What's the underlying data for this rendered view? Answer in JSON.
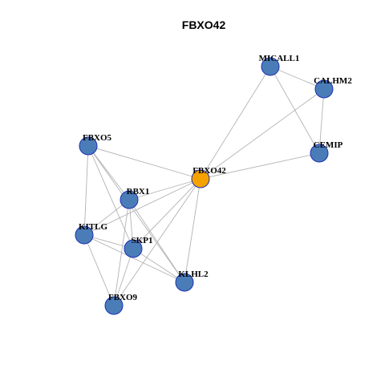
{
  "title": "FBXO42",
  "colors": {
    "hub_fill": "#f5a200",
    "node_fill": "#4a7db8",
    "node_stroke": "#1e2fb5",
    "edge": "#b3b3b3"
  },
  "nodes": [
    {
      "id": "FBXO42",
      "label": "FBXO42",
      "hub": true
    },
    {
      "id": "MICALL1",
      "label": "MICALL1",
      "hub": false
    },
    {
      "id": "CALHM2",
      "label": "CALHM2",
      "hub": false
    },
    {
      "id": "CEMIP",
      "label": "CEMIP",
      "hub": false
    },
    {
      "id": "FBXO5",
      "label": "FBXO5",
      "hub": false
    },
    {
      "id": "RBX1",
      "label": "RBX1",
      "hub": false
    },
    {
      "id": "KITLG",
      "label": "KITLG",
      "hub": false
    },
    {
      "id": "SKP1",
      "label": "SKP1",
      "hub": false
    },
    {
      "id": "KLHL2",
      "label": "KLHL2",
      "hub": false
    },
    {
      "id": "FBXO9",
      "label": "FBXO9",
      "hub": false
    }
  ],
  "edges": [
    [
      "FBXO42",
      "MICALL1"
    ],
    [
      "FBXO42",
      "CALHM2"
    ],
    [
      "FBXO42",
      "CEMIP"
    ],
    [
      "FBXO42",
      "FBXO5"
    ],
    [
      "FBXO42",
      "RBX1"
    ],
    [
      "FBXO42",
      "KITLG"
    ],
    [
      "FBXO42",
      "SKP1"
    ],
    [
      "FBXO42",
      "KLHL2"
    ],
    [
      "FBXO42",
      "FBXO9"
    ],
    [
      "MICALL1",
      "CALHM2"
    ],
    [
      "MICALL1",
      "CEMIP"
    ],
    [
      "CALHM2",
      "CEMIP"
    ],
    [
      "FBXO5",
      "RBX1"
    ],
    [
      "FBXO5",
      "KITLG"
    ],
    [
      "FBXO5",
      "SKP1"
    ],
    [
      "FBXO5",
      "KLHL2"
    ],
    [
      "RBX1",
      "KITLG"
    ],
    [
      "RBX1",
      "SKP1"
    ],
    [
      "RBX1",
      "KLHL2"
    ],
    [
      "RBX1",
      "FBXO9"
    ],
    [
      "KITLG",
      "SKP1"
    ],
    [
      "KITLG",
      "KLHL2"
    ],
    [
      "KITLG",
      "FBXO9"
    ],
    [
      "SKP1",
      "KLHL2"
    ],
    [
      "SKP1",
      "FBXO9"
    ]
  ]
}
